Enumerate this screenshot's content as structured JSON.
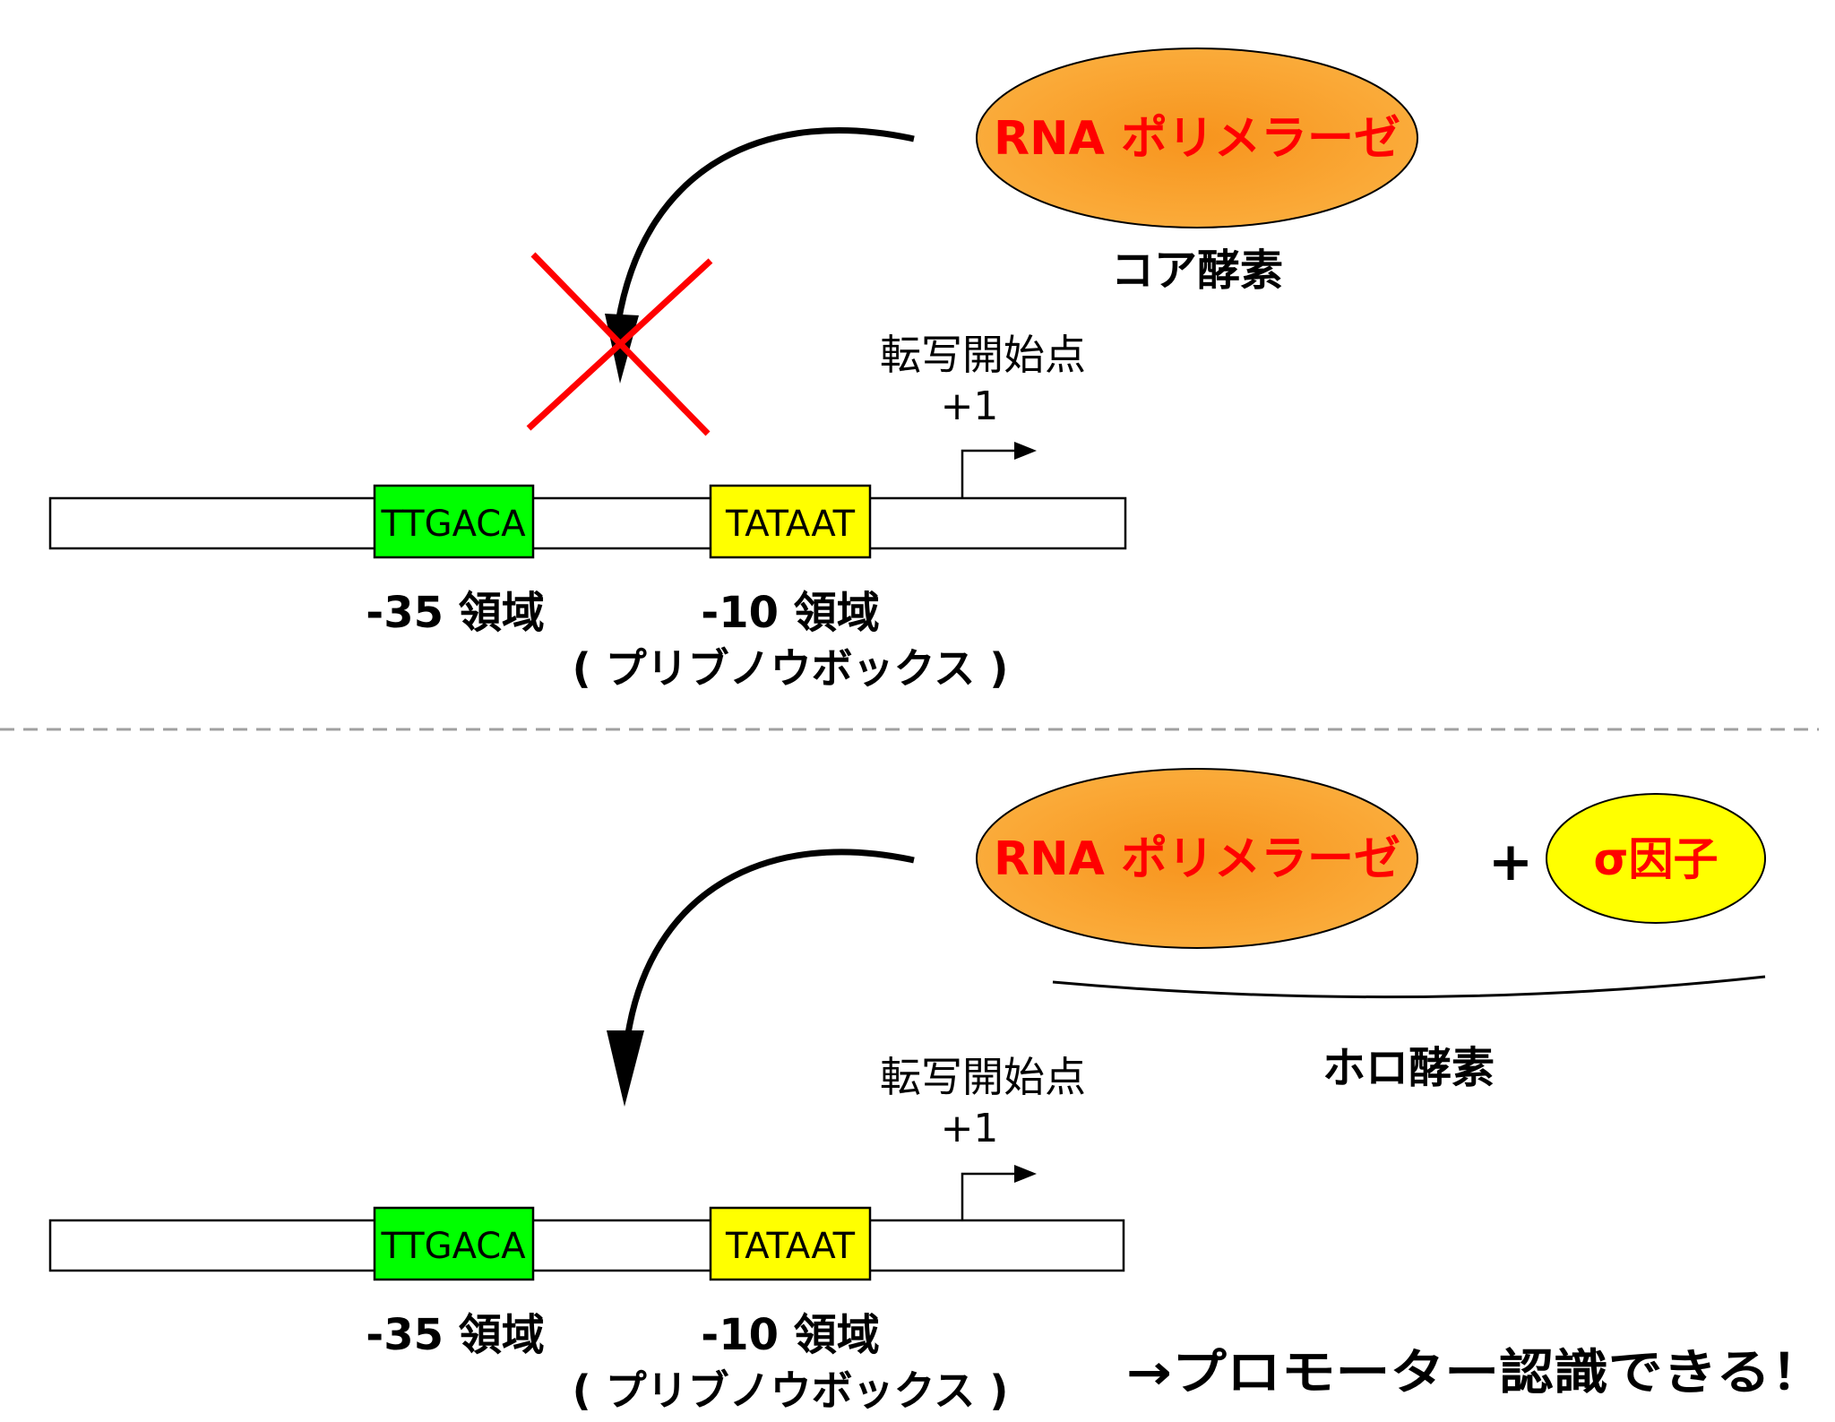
{
  "colors": {
    "enzyme_fill_center": "#f7941d",
    "enzyme_fill_edge": "#fbb040",
    "enzyme_text": "#ff0000",
    "sigma_fill": "#ffff00",
    "box35_fill": "#00ff00",
    "box10_fill": "#ffff00",
    "cross": "#ff0000",
    "divider": "#a0a0a0"
  },
  "top": {
    "enzyme_label": "RNA ポリメラーゼ",
    "enzyme_caption": "コア酵素",
    "start_site_label": "転写開始点",
    "start_site_pos": "+1",
    "box35_seq": "TTGACA",
    "box10_seq": "TATAAT",
    "region35_label": "-35 領域",
    "region10_label": "-10 領域",
    "pribnow_label": "( プリブノウボックス )",
    "binding_blocked_icon": "cross-icon"
  },
  "bottom": {
    "enzyme_label": "RNA ポリメラーゼ",
    "plus_sign": "+",
    "sigma_label": "σ因子",
    "holo_caption": "ホロ酵素",
    "start_site_label": "転写開始点",
    "start_site_pos": "+1",
    "box35_seq": "TTGACA",
    "box10_seq": "TATAAT",
    "region35_label": "-35 領域",
    "region10_label": "-10 領域",
    "pribnow_label": "( プリブノウボックス )",
    "result_text": "→プロモーター認識できる！"
  }
}
